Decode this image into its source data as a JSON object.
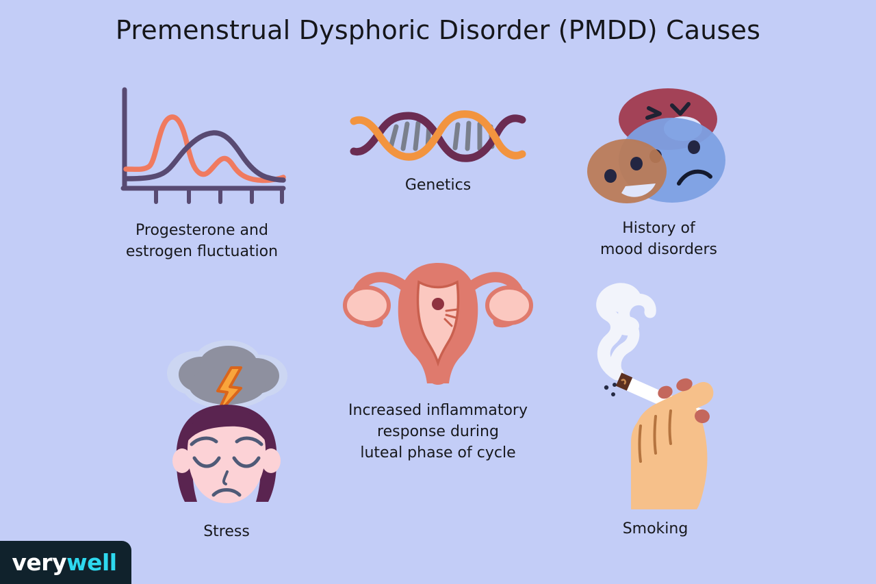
{
  "title": "Premenstrual Dysphoric Disorder (PMDD) Causes",
  "background_color": "#c3cdf7",
  "causes": [
    {
      "id": "hormones",
      "icon": "hormone-curve-chart-icon",
      "caption": "Progesterone and\nestrogen fluctuation"
    },
    {
      "id": "genetics",
      "icon": "dna-helix-icon",
      "caption": "Genetics"
    },
    {
      "id": "mood",
      "icon": "mood-faces-icon",
      "caption": "History of\nmood disorders"
    },
    {
      "id": "inflammation",
      "icon": "uterus-icon",
      "caption": "Increased inflammatory\nresponse during\nluteal phase of cycle"
    },
    {
      "id": "stress",
      "icon": "stressed-face-storm-cloud-icon",
      "caption": "Stress"
    },
    {
      "id": "smoking",
      "icon": "hand-holding-cigarette-icon",
      "caption": "Smoking"
    }
  ],
  "logo": {
    "part_one": "very",
    "part_two": "well",
    "badge_color": "#10222c",
    "part_one_color": "#ffffff",
    "part_two_color": "#2ed9ef"
  },
  "palette": {
    "title_text": "#15161a",
    "caption_text": "#17181c",
    "estrogen_curve": "#f07a5f",
    "progesterone_curve": "#584a72",
    "axis": "#584a72",
    "dna_strand_orange": "#f2943f",
    "dna_strand_purple": "#6b2c52",
    "dna_rungs": "#7a7f8c",
    "face_angry": "#a34257",
    "face_happy": "#bb7a54",
    "face_sad": "#7da0e3",
    "uterus_outline": "#df7a6d",
    "uterus_inner": "#fbc8c0",
    "uterus_spot": "#8f3240",
    "cloud_gray": "#8e909f",
    "cloud_light": "#ccd6f2",
    "lightning_fill": "#f9a53c",
    "lightning_stroke": "#d9651c",
    "hair_purple": "#5a2450",
    "skin_pink": "#fcd2d6",
    "facial_line": "#4f5a77",
    "hand_skin": "#f6c08a",
    "nail": "#c4675c",
    "cigarette_white": "#ffffff",
    "cigarette_ember": "#5c3020",
    "smoke": "#f2f4fb"
  },
  "chart_data": {
    "type": "line",
    "title": "",
    "xlabel": "",
    "ylabel": "",
    "grid": false,
    "legend": "none",
    "x_ticks_count": 5,
    "x": [
      0,
      5,
      10,
      14,
      18,
      22,
      26,
      30,
      34,
      38,
      42,
      46,
      50,
      55,
      60,
      70,
      80,
      90,
      100
    ],
    "series": [
      {
        "name": "Estrogen",
        "color": "#f07a5f",
        "values": [
          28,
          28,
          30,
          40,
          68,
          86,
          92,
          82,
          58,
          38,
          28,
          26,
          34,
          45,
          48,
          40,
          26,
          18,
          16
        ]
      },
      {
        "name": "Progesterone",
        "color": "#584a72",
        "values": [
          14,
          14,
          14,
          15,
          17,
          20,
          26,
          36,
          50,
          64,
          74,
          80,
          82,
          78,
          68,
          46,
          28,
          18,
          14
        ]
      }
    ],
    "ylim": [
      0,
      100
    ],
    "xlim": [
      0,
      100
    ]
  }
}
